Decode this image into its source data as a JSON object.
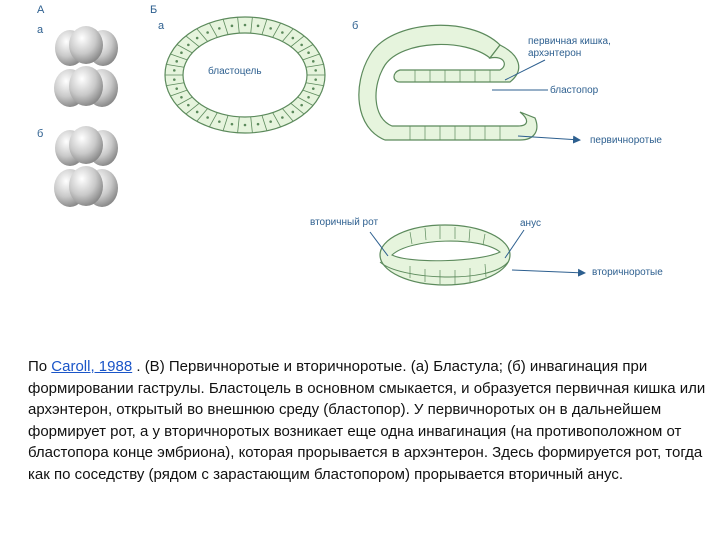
{
  "labels": {
    "panel_a": "А",
    "panel_b": "Б",
    "a_sub_a": "а",
    "a_sub_b": "б",
    "b_sub_a": "а",
    "b_sub_b": "б",
    "blastocoel": "бластоцель",
    "archenteron": "первичная кишка,\nархэнтерон",
    "blastopore": "бластопор",
    "protostomes": "первичноротые",
    "secondary_mouth": "вторичный рот",
    "anus": "анус",
    "deuterostomes": "вторичноротые"
  },
  "caption": {
    "prefix": "По ",
    "link": "Caroll, 1988",
    "text": " . (В) Первичноротые и вторичноротые. (а) Бластула; (б) инвагинация при формировании гаструлы. Бластоцель в основном смыкается, и образуется первичная кишка или архэнтерон, открытый во внешнюю среду (бластопор). У первичноротых он в дальнейшем формирует рот, а у вторичноротых возникает еще одна инвагинация (на противоположном от бластопора конце эмбриона), которая прорывается в архэнтерон. Здесь формируется рот, тогда как по соседству (рядом с зарастающим бластопором) прорывается вторичный анус."
  },
  "colors": {
    "cell_fill": "#e6f4dd",
    "cell_stroke": "#5c8a5c",
    "label": "#2d5f8f",
    "link": "#1a55c8",
    "arrow": "#2d5f8f"
  }
}
